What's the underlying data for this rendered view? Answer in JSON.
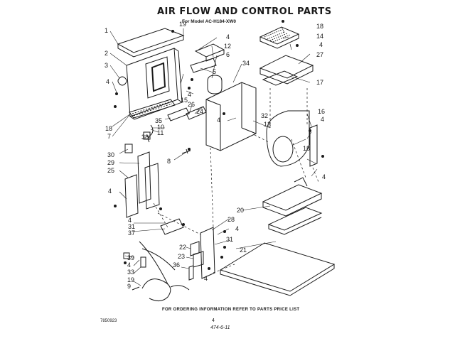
{
  "title": "AIR FLOW AND CONTROL PARTS",
  "subtitle": "For Model AC-H184-XW0",
  "footer_note": "FOR ORDERING INFORMATION REFER TO PARTS PRICE LIST",
  "doc_code": "7850923",
  "page_ref_top": "4",
  "page_ref_bottom": "474-6-11",
  "callouts": {
    "c1": "1",
    "c2": "2",
    "c3": "3",
    "c4a": "4",
    "c4b": "4",
    "c4c": "4",
    "c4d": "4",
    "c4e": "4",
    "c4f": "4",
    "c4g": "4",
    "c4h": "4",
    "c4i": "4",
    "c4j": "4",
    "c5": "5",
    "c6": "6",
    "c7": "7",
    "c8": "8",
    "c9": "9",
    "c10": "10",
    "c11": "11",
    "c12": "12",
    "c13": "13",
    "c14": "14",
    "c15": "15",
    "c16": "16",
    "c17": "17",
    "c18a": "18",
    "c18b": "18",
    "c18c": "18",
    "c19": "19",
    "c20": "20",
    "c21": "21",
    "c22": "22",
    "c23": "23",
    "c24": "24",
    "c25": "25",
    "c26": "26",
    "c27": "27",
    "c28": "28",
    "c29": "29",
    "c30": "30",
    "c31a": "31",
    "c31b": "31",
    "c32": "32",
    "c33": "33",
    "c34": "34",
    "c35": "35",
    "c36": "36",
    "c37": "37",
    "c38": "38",
    "c39": "39"
  }
}
